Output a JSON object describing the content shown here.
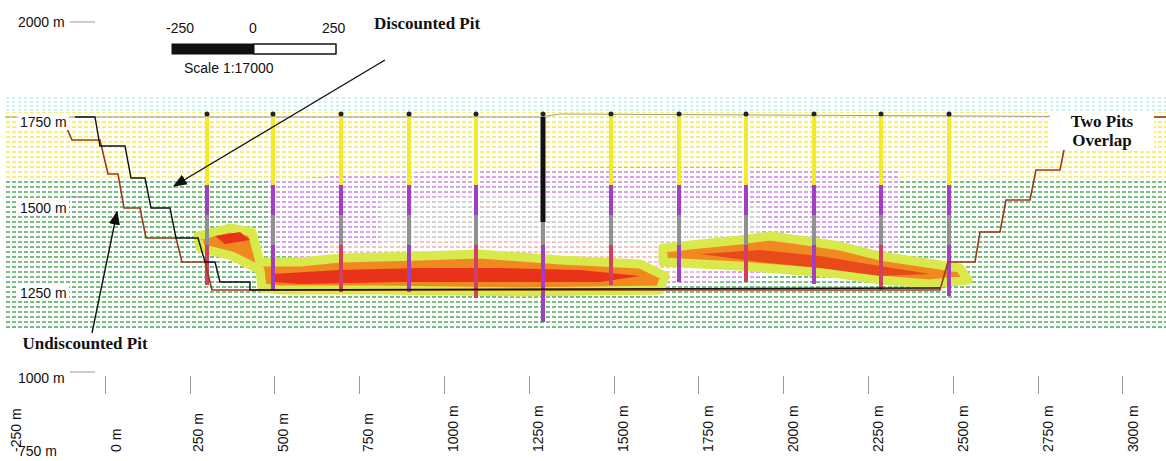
{
  "diagram": {
    "labels": [
      "2000 m",
      "-250",
      "0",
      "250",
      "Scale 1:17000",
      "Discounted Pit",
      "1750 m",
      "Two Pits Overlap",
      "1500 m",
      "1250 m",
      "Undiscounted Pit",
      "1000 m",
      "-250 m",
      "0 m",
      "250 m",
      "500 m",
      "750 m",
      "1000 m",
      "1250 m",
      "1500 m",
      "1750 m",
      "2000 m",
      "2250 m",
      "2500 m",
      "2750 m",
      "3000 m",
      "750 m"
    ]
  }
}
